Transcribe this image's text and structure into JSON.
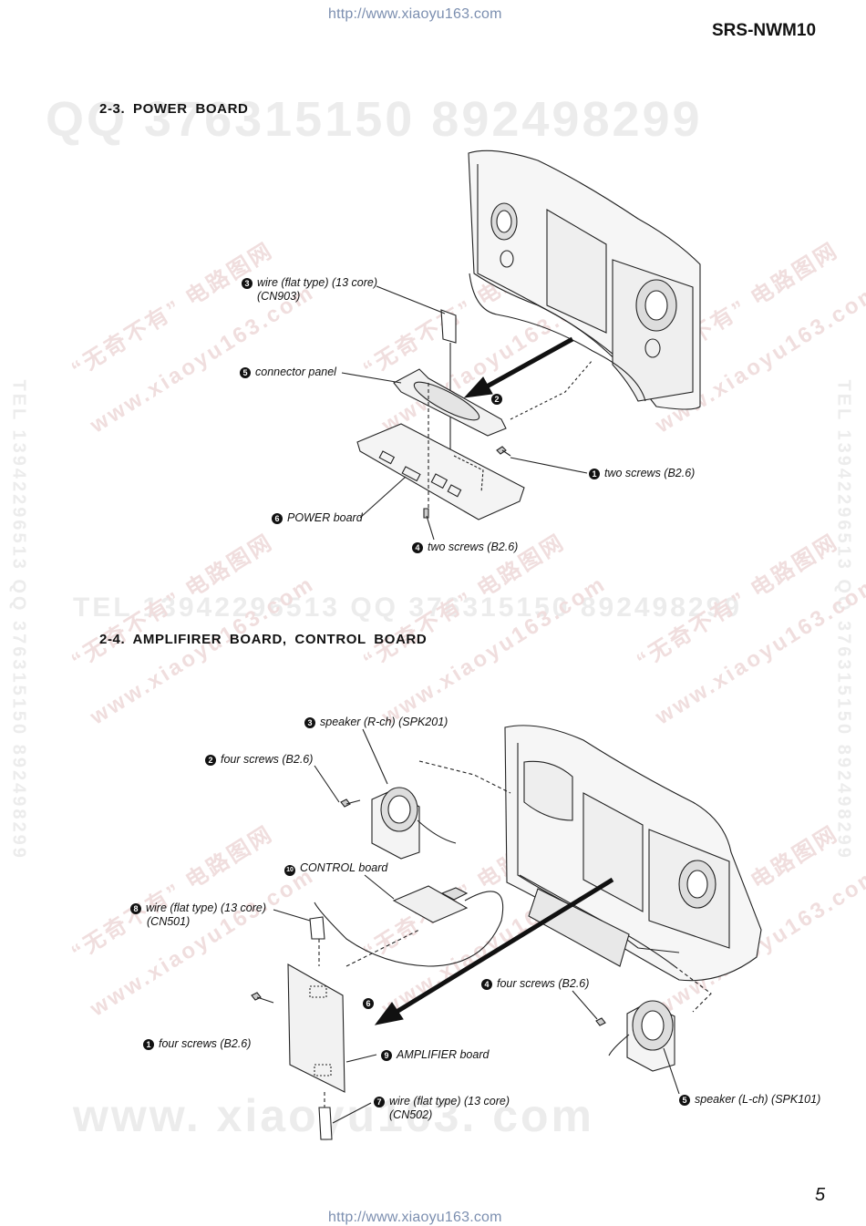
{
  "header": {
    "url_top": "http://www.xiaoyu163.com",
    "model": "SRS-NWM10"
  },
  "watermarks": {
    "qq_line": "QQ 376315150   892498299",
    "tel_line": "TEL 13942296513   QQ 376315150  892498299",
    "side_text": "TEL 13942296513  QQ 376315150  892498299",
    "diag_cn": "“无奇不有” 电路图网",
    "diag_url": "www.xiaoyu163.com",
    "bottom": "www. xiaoyu163. com"
  },
  "section_power": {
    "title": "2-3.  POWER  BOARD",
    "callouts": {
      "wire": {
        "num": "3",
        "line1": "wire (flat type) (13 core)",
        "line2": "(CN903)"
      },
      "connector_panel": {
        "num": "5",
        "text": "connector panel"
      },
      "arrow": {
        "num": "2"
      },
      "screws1": {
        "num": "1",
        "text": "two screws (B2.6)"
      },
      "power_board": {
        "num": "6",
        "text": "POWER board"
      },
      "screws4": {
        "num": "4",
        "text": "two screws (B2.6)"
      }
    }
  },
  "section_amp": {
    "title": "2-4.  AMPLIFIRER  BOARD,  CONTROL  BOARD",
    "callouts": {
      "speaker_r": {
        "num": "3",
        "text": "speaker (R-ch) (SPK201)"
      },
      "screws2": {
        "num": "2",
        "text": "four screws (B2.6)"
      },
      "control_board": {
        "num": "10",
        "text": "CONTROL board"
      },
      "wire8": {
        "num": "8",
        "line1": "wire (flat type) (13 core)",
        "line2": "(CN501)"
      },
      "screws4": {
        "num": "4",
        "text": "four screws (B2.6)"
      },
      "arrow": {
        "num": "6"
      },
      "screws1": {
        "num": "1",
        "text": "four screws (B2.6)"
      },
      "amp_board": {
        "num": "9",
        "text": "AMPLIFIER board"
      },
      "wire7": {
        "num": "7",
        "line1": "wire (flat type) (13 core)",
        "line2": "(CN502)"
      },
      "speaker_l": {
        "num": "5",
        "text": "speaker (L-ch) (SPK101)"
      }
    }
  },
  "footer": {
    "page_number": "5",
    "url_bottom": "http://www.xiaoyu163.com"
  }
}
